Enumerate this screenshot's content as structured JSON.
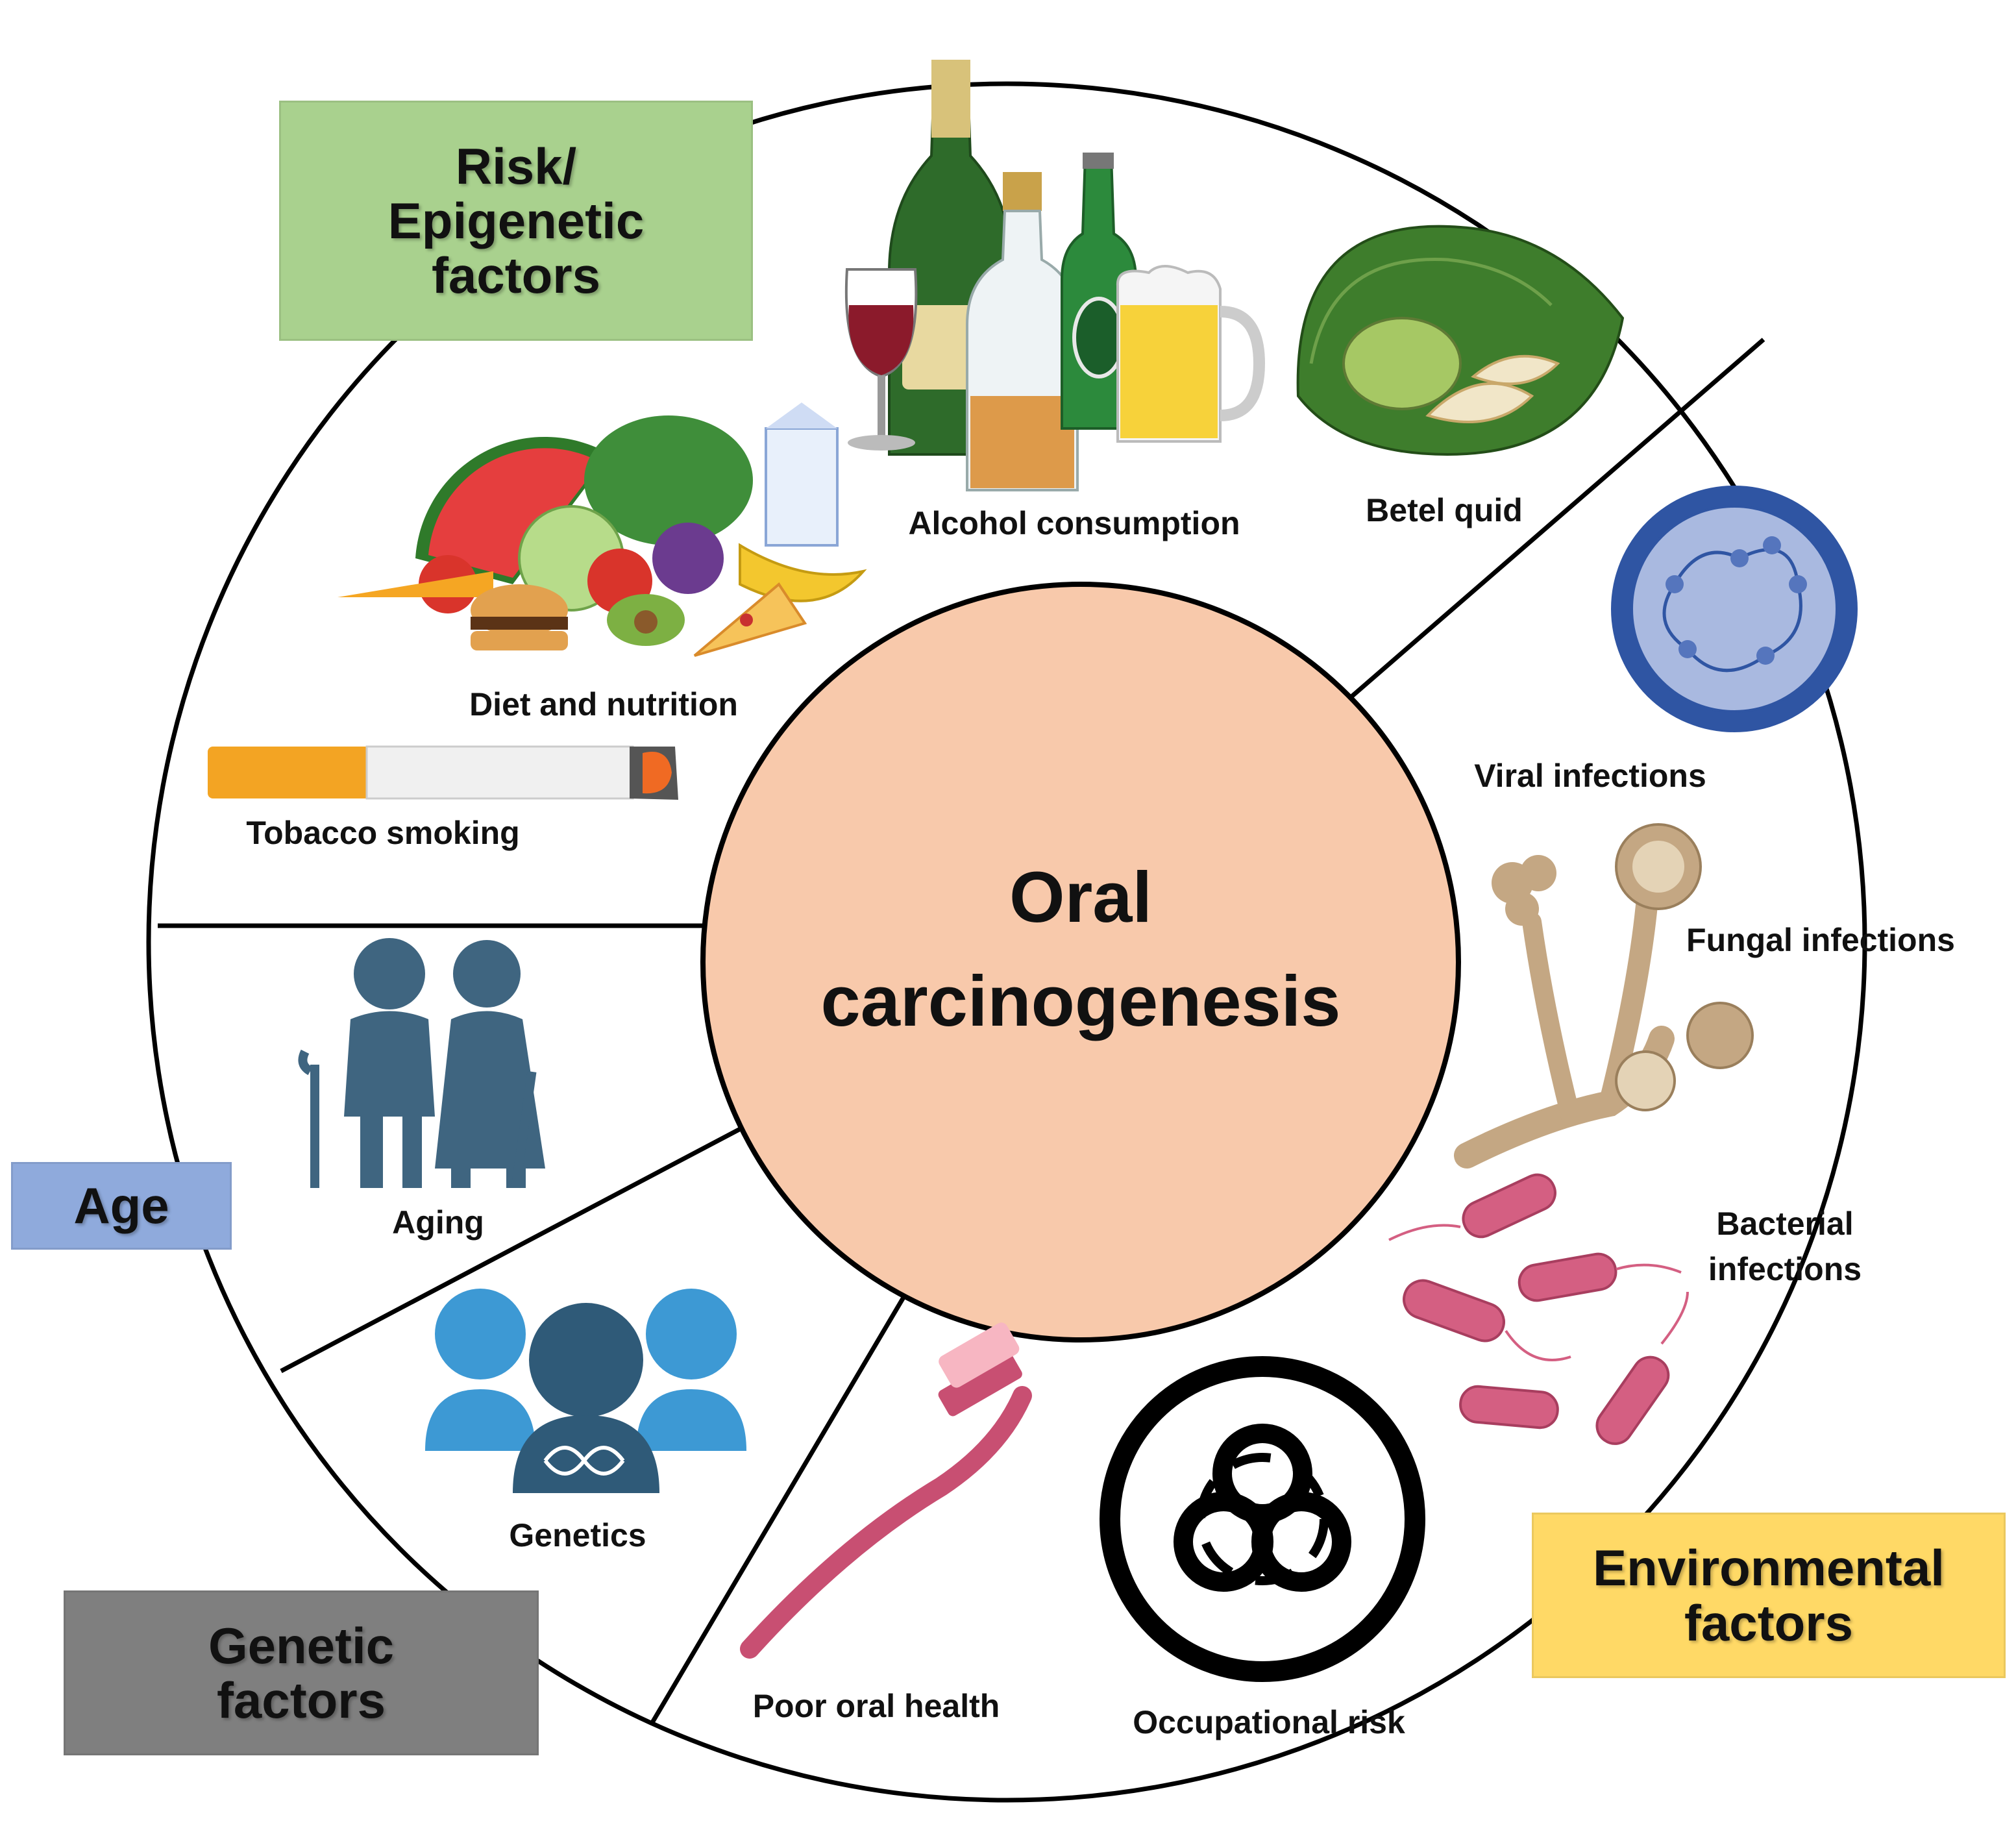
{
  "center": {
    "line1": "Oral",
    "line2": "carcinogenesis",
    "fill": "#f8c9ab"
  },
  "categories": {
    "risk": {
      "line1": "Risk/",
      "line2": "Epigenetic",
      "line3": "factors",
      "color": "#a9d18e"
    },
    "age": {
      "label": "Age",
      "color": "#8faadc"
    },
    "genetic": {
      "line1": "Genetic",
      "line2": "factors",
      "color": "#7f7f7f"
    },
    "environmental": {
      "line1": "Environmental",
      "line2": "factors",
      "color": "#ffd966"
    }
  },
  "factors": {
    "alcohol": "Alcohol consumption",
    "betel": "Betel quid",
    "diet": "Diet and nutrition",
    "tobacco": "Tobacco smoking",
    "viral": "Viral infections",
    "fungal": "Fungal infections",
    "bacterial_line1": "Bacterial",
    "bacterial_line2": "infections",
    "aging": "Aging",
    "genetics": "Genetics",
    "oral_health": "Poor oral health",
    "occupational": "Occupational risk"
  },
  "icons": [
    "alcohol-bottles-icon",
    "betel-leaf-icon",
    "food-assortment-icon",
    "cigarette-icon",
    "virus-icon",
    "fungus-icon",
    "bacteria-icon",
    "elderly-couple-icon",
    "dna-people-icon",
    "toothbrush-icon",
    "biohazard-icon"
  ]
}
